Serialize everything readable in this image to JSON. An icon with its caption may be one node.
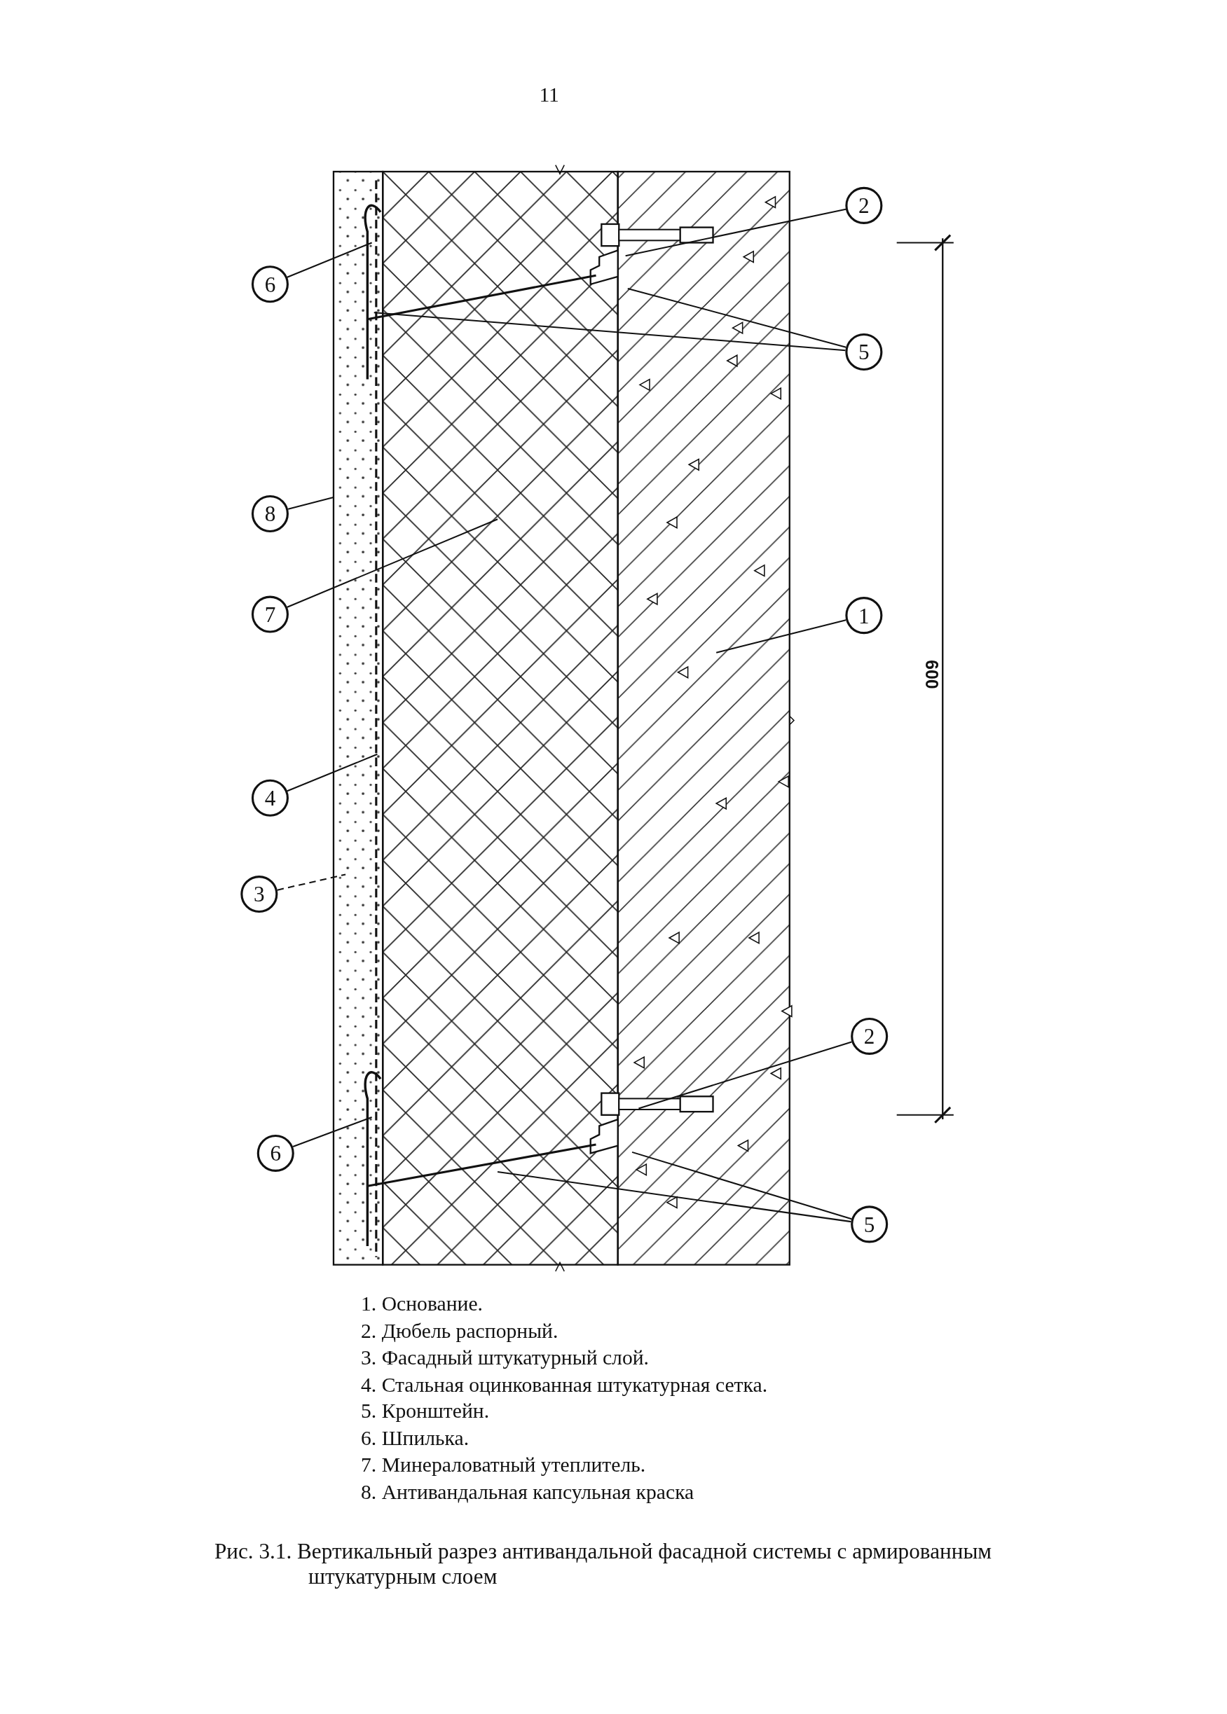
{
  "diagram": {
    "caption": "Рис. 3.1. Вертикальный разрез антивандальной фасадной системы с армированным штукатурным слоем",
    "nodes": [
      {
        "text": [
          "2"
        ]
      },
      {
        "text": [
          "6"
        ]
      },
      {
        "text": [
          "5"
        ]
      },
      {
        "text": [
          "8"
        ]
      },
      {
        "text": [
          "7"
        ]
      },
      {
        "text": [
          "1"
        ]
      },
      {
        "text": [
          "4"
        ]
      },
      {
        "text": [
          "3"
        ]
      },
      {
        "text": [
          "2"
        ]
      },
      {
        "text": [
          "6"
        ]
      },
      {
        "text": [
          "5"
        ]
      }
    ],
    "edges": [
      {
        "from": 0,
        "to": null,
        "arrow": "none"
      },
      {
        "from": 1,
        "to": null,
        "arrow": "none"
      },
      {
        "from": 2,
        "to": null,
        "arrow": "none"
      },
      {
        "from": 2,
        "to": null,
        "arrow": "none"
      },
      {
        "from": 3,
        "to": null,
        "arrow": "none"
      },
      {
        "from": 4,
        "to": null,
        "arrow": "none"
      },
      {
        "from": 5,
        "to": null,
        "arrow": "none"
      },
      {
        "from": 6,
        "to": null,
        "arrow": "none"
      },
      {
        "from": 7,
        "to": null,
        "arrow": "none",
        "style": "dashed"
      },
      {
        "from": 8,
        "to": null,
        "arrow": "none"
      },
      {
        "from": 9,
        "to": null,
        "arrow": "none"
      },
      {
        "from": 10,
        "to": null,
        "arrow": "none"
      },
      {
        "from": 10,
        "to": null,
        "arrow": "none"
      }
    ],
    "labels": [
      "11",
      "600",
      "1. Основание.",
      "2. Дюбель распорный.",
      "3. Фасадный штукатурный слой.",
      "4. Стальная оцинкованная штукатурная сетка.",
      "5. Кронштейн.",
      "6. Шпилька.",
      "7. Минераловатный утеплитель.",
      "8. Антивандальная капсульная краска"
    ]
  }
}
